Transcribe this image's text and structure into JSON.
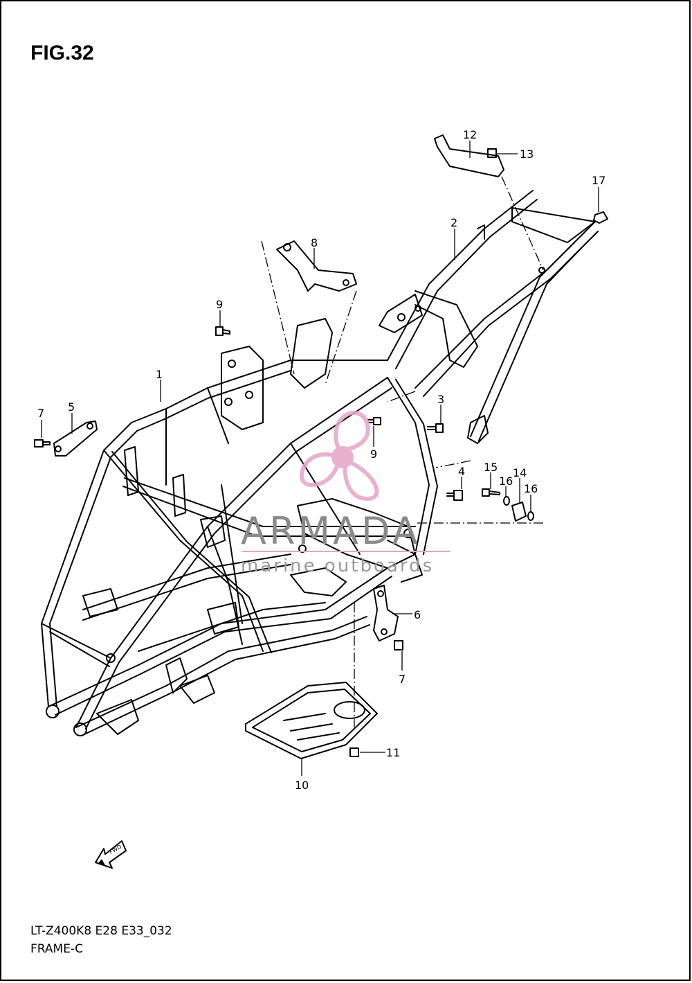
{
  "figure": {
    "title": "FIG.32",
    "code": "LT-Z400K8 E28 E33_032",
    "name": "FRAME-C"
  },
  "fwd_label": "FWD",
  "watermark": {
    "brand": "ARMADA",
    "tagline": "marine outboards",
    "logo_color": "#e7a3c8"
  },
  "callouts": [
    {
      "number": "1"
    },
    {
      "number": "2"
    },
    {
      "number": "3"
    },
    {
      "number": "4"
    },
    {
      "number": "5"
    },
    {
      "number": "6"
    },
    {
      "number": "7"
    },
    {
      "number": "7"
    },
    {
      "number": "8"
    },
    {
      "number": "9"
    },
    {
      "number": "9"
    },
    {
      "number": "10"
    },
    {
      "number": "11"
    },
    {
      "number": "12"
    },
    {
      "number": "13"
    },
    {
      "number": "14"
    },
    {
      "number": "15"
    },
    {
      "number": "16"
    },
    {
      "number": "16"
    },
    {
      "number": "17"
    }
  ]
}
